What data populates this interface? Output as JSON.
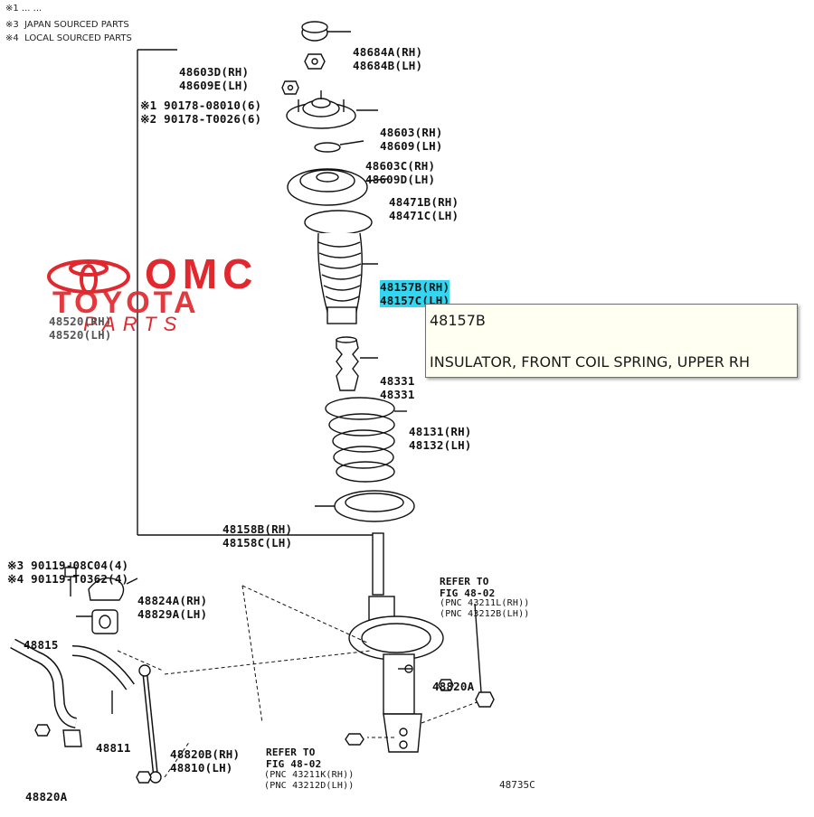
{
  "legend": {
    "line0": "※1 ... ...",
    "line3": "※3  JAPAN SOURCED PARTS",
    "line4": "※4  LOCAL SOURCED PARTS"
  },
  "watermark": {
    "brand": "OMC",
    "name": "TOYOTA",
    "sub": "PARTS",
    "color": "#e0282e"
  },
  "labels": {
    "p48684": [
      "48684A(RH)",
      "48684B(LH)"
    ],
    "p48603d": [
      "48603D(RH)",
      "48609E(LH)"
    ],
    "p90178": [
      "※1 90178-08010(6)",
      "※2 90178-T0026(6)"
    ],
    "p48603": [
      "48603(RH)",
      "48609(LH)"
    ],
    "p48603c": [
      "48603C(RH)",
      "48609D(LH)"
    ],
    "p48471": [
      "48471B(RH)",
      "48471C(LH)"
    ],
    "p48157": [
      "48157B(RH)",
      "48157C(LH)"
    ],
    "p48520": [
      "48520(RH)",
      "48520(LH)"
    ],
    "p48331": [
      "48331",
      "48331"
    ],
    "p48131": [
      "48131(RH)",
      "48132(LH)"
    ],
    "p48158": [
      "48158B(RH)",
      "48158C(LH)"
    ],
    "p90119": [
      "※3 90119-08C04(4)",
      "※4 90119-T0362(4)"
    ],
    "p48824": [
      "48824A(RH)",
      "48829A(LH)"
    ],
    "p48815": [
      "48815"
    ],
    "p48820a": [
      "48820A"
    ],
    "p48811": [
      "48811"
    ],
    "p48820b": [
      "48820B(RH)",
      "48810(LH)"
    ],
    "p48820a2": [
      "48820A"
    ],
    "refer_top": [
      "REFER TO",
      "FIG 48-02"
    ],
    "refer_top_pnc": [
      "(PNC 43211L(RH))",
      "(PNC 43212B(LH))"
    ],
    "refer_bot": [
      "REFER TO",
      "FIG 48-02"
    ],
    "refer_bot_pnc": [
      "(PNC 43211K(RH))",
      "(PNC 43212D(LH))"
    ]
  },
  "figure_code": "48735C",
  "tooltip": {
    "part_number": "48157B",
    "description": "INSULATOR, FRONT COIL SPRING, UPPER RH"
  },
  "highlight_color": "#33d6f0"
}
